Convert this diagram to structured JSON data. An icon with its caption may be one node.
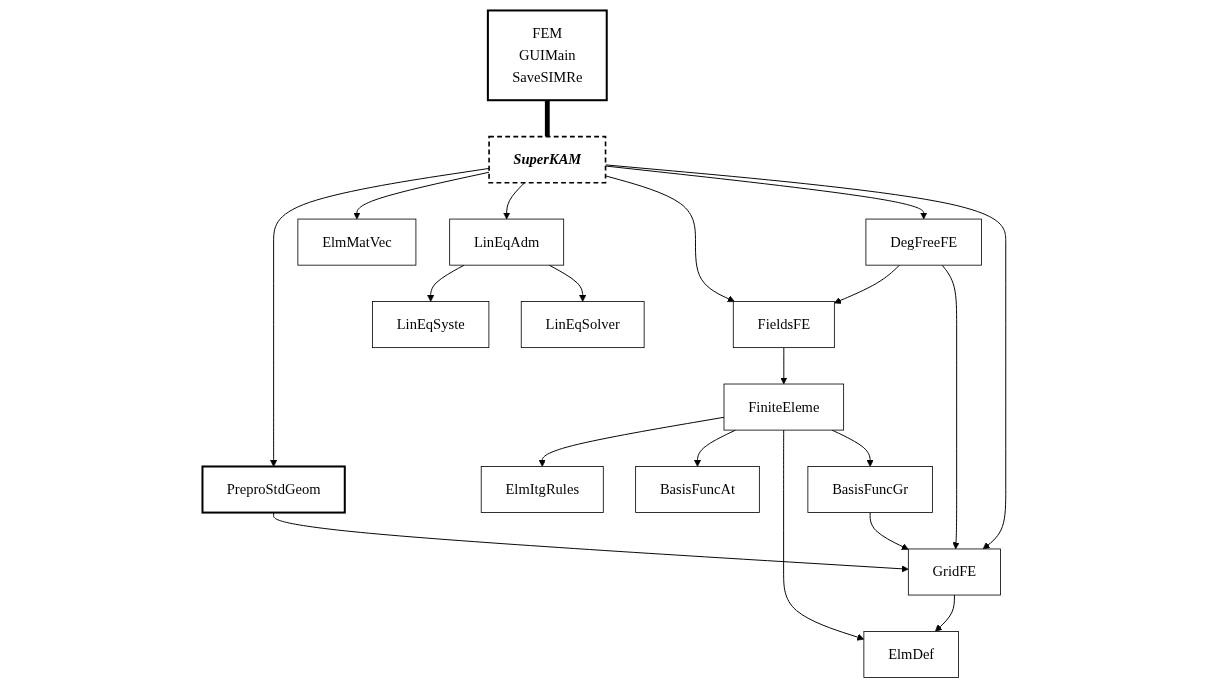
{
  "diagram": {
    "nodes": [
      {
        "text": [
          "FEM",
          "GUIMain",
          "SaveSIMRe"
        ]
      },
      {
        "text": [
          "PreproStdGeom"
        ]
      },
      {
        "text": [
          "SuperKAM"
        ]
      },
      {
        "text": [
          "ElmMatVec"
        ]
      },
      {
        "text": [
          "LinEqSyste"
        ]
      },
      {
        "text": [
          "LinEqAdm"
        ]
      },
      {
        "text": [
          "FieldsFE"
        ]
      },
      {
        "text": [
          "LinEqSolver"
        ]
      },
      {
        "text": [
          "DegFreeFE"
        ]
      },
      {
        "text": [
          "GridFE"
        ]
      },
      {
        "text": [
          "FiniteEleme"
        ]
      },
      {
        "text": [
          "ElmItgRules"
        ]
      },
      {
        "text": [
          "BasisFuncAt"
        ]
      },
      {
        "text": [
          "BasisFuncGr"
        ]
      },
      {
        "text": [
          "ElmDef"
        ]
      }
    ],
    "edges": [
      {
        "from": 0,
        "to": 2,
        "arrow": "none",
        "style": "thick"
      },
      {
        "from": 2,
        "to": 1,
        "arrow": "to"
      },
      {
        "from": 2,
        "to": 3,
        "arrow": "to"
      },
      {
        "from": 2,
        "to": 5,
        "arrow": "to"
      },
      {
        "from": 2,
        "to": 6,
        "arrow": "to"
      },
      {
        "from": 2,
        "to": 8,
        "arrow": "to"
      },
      {
        "from": 2,
        "to": 9,
        "arrow": "to"
      },
      {
        "from": 1,
        "to": 9,
        "arrow": "to"
      },
      {
        "from": 5,
        "to": 4,
        "arrow": "to"
      },
      {
        "from": 5,
        "to": 7,
        "arrow": "to"
      },
      {
        "from": 8,
        "to": 6,
        "arrow": "to"
      },
      {
        "from": 8,
        "to": 9,
        "arrow": "to"
      },
      {
        "from": 6,
        "to": 10,
        "arrow": "to"
      },
      {
        "from": 10,
        "to": 11,
        "arrow": "to"
      },
      {
        "from": 10,
        "to": 12,
        "arrow": "to"
      },
      {
        "from": 10,
        "to": 14,
        "arrow": "to"
      },
      {
        "from": 10,
        "to": 13,
        "arrow": "to"
      },
      {
        "from": 9,
        "to": 14,
        "arrow": "to"
      },
      {
        "from": 13,
        "to": 9,
        "arrow": "to"
      }
    ]
  }
}
